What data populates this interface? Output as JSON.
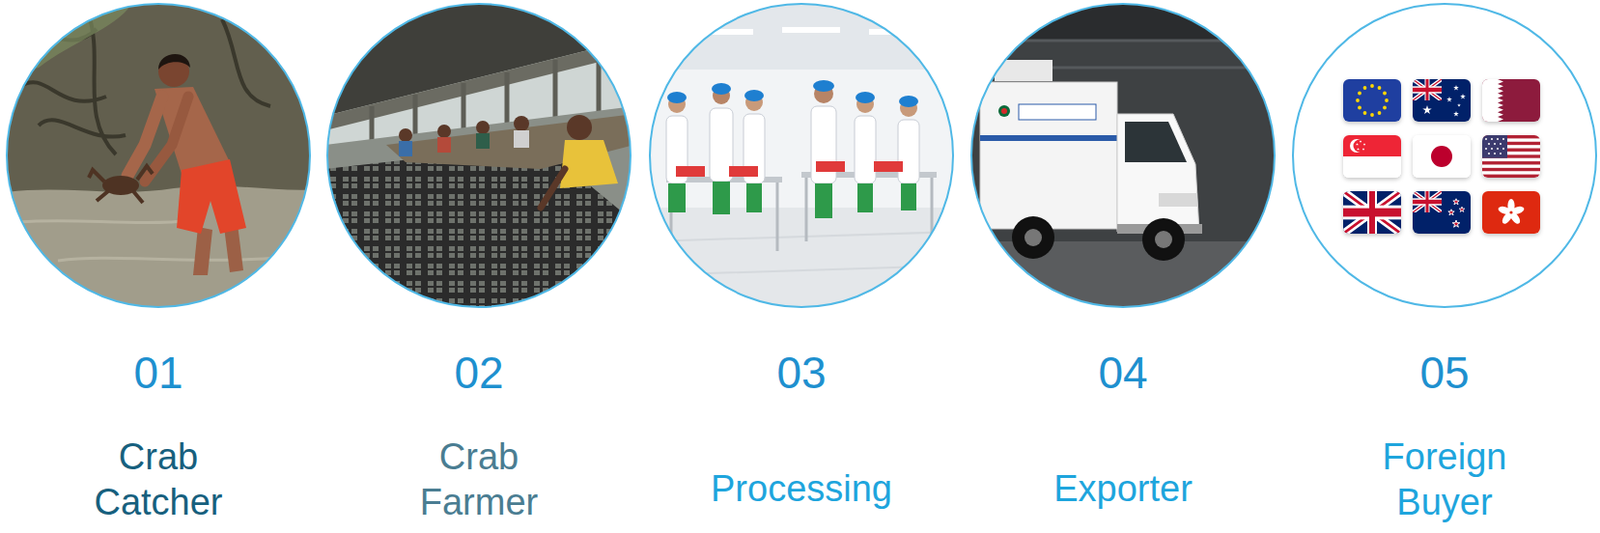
{
  "diagram": {
    "nodes": [
      {
        "text": [
          "01",
          "Crab Catcher"
        ]
      },
      {
        "text": [
          "02",
          "Crab Farmer"
        ]
      },
      {
        "text": [
          "03",
          "Processing"
        ]
      },
      {
        "text": [
          "04",
          "Exporter"
        ]
      },
      {
        "text": [
          "05",
          "Foreign Buyer"
        ]
      }
    ]
  }
}
